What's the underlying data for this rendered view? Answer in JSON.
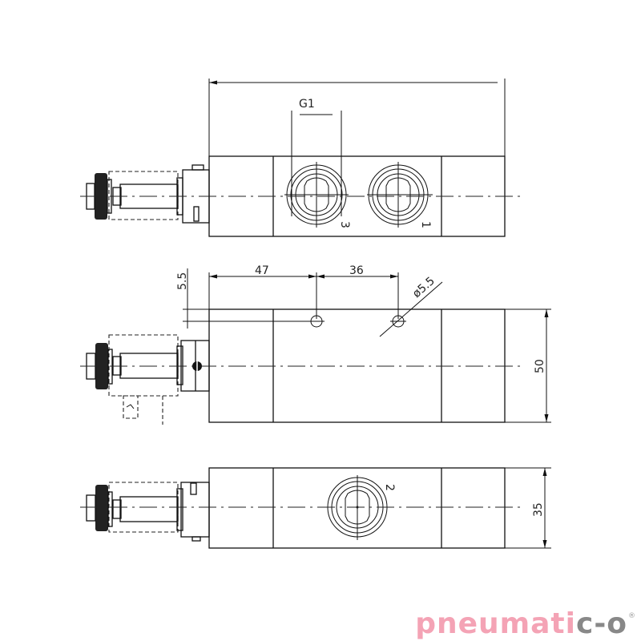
{
  "drawing": {
    "type": "technical-drawing",
    "subject": "pneumatic solenoid valve, three orthographic views",
    "views": [
      {
        "name": "top-view",
        "ports": [
          {
            "label": "3"
          },
          {
            "label": "1"
          }
        ],
        "thread_label": "G1"
      },
      {
        "name": "side-view",
        "dimensions": {
          "offset_vertical": "5.5",
          "hole_pos_1": "47",
          "hole_spacing": "36",
          "hole_diameter": "ø5.5",
          "height": "50"
        }
      },
      {
        "name": "front-view",
        "ports": [
          {
            "label": "2"
          }
        ],
        "dimensions": {
          "height": "35"
        }
      }
    ]
  },
  "labels": {
    "thread": "G1",
    "port_3": "3",
    "port_1": "1",
    "port_2": "2",
    "dim_5_5": "5.5",
    "dim_47": "47",
    "dim_36": "36",
    "dim_hole": "ø5.5",
    "dim_50": "50",
    "dim_35": "35"
  },
  "logo": {
    "text_main": "pneumati",
    "text_accent": "c-o",
    "registered": "®",
    "colors": {
      "main": "#f4a3b5",
      "accent": "#888888"
    }
  }
}
